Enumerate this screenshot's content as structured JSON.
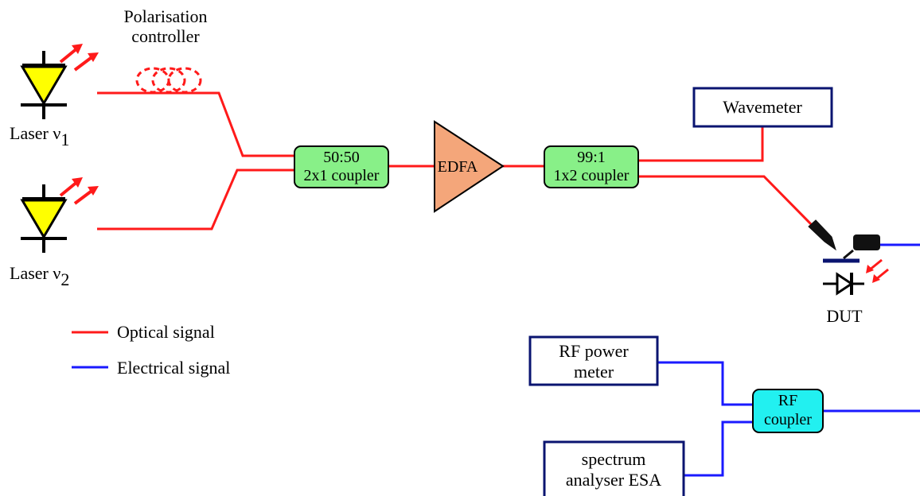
{
  "labels": {
    "polarisation_controller_line1": "Polarisation",
    "polarisation_controller_line2": "controller",
    "laser1": "Laser ν",
    "laser1_sub": "1",
    "laser2": "Laser ν",
    "laser2_sub": "2",
    "coupler_50_line1": "50:50",
    "coupler_50_line2": "2x1 coupler",
    "edfa": "EDFA",
    "coupler_99_line1": "99:1",
    "coupler_99_line2": "1x2 coupler",
    "wavemeter": "Wavemeter",
    "dut": "DUT",
    "rf_power_meter_line1": "RF power",
    "rf_power_meter_line2": "meter",
    "rf_coupler_line1": "RF",
    "rf_coupler_line2": "coupler",
    "esa_line1": "spectrum",
    "esa_line2": "analyser ESA"
  },
  "legend": {
    "optical": "Optical signal",
    "electrical": "Electrical signal"
  },
  "colors": {
    "optical": "#ff1a1a",
    "electrical": "#1a1aff",
    "laser_fill": "#ffff00",
    "coupler_fill": "#88f088",
    "edfa_fill": "#f4a67a",
    "rf_coupler_fill": "#22f0f0",
    "box_border": "#0a1470"
  }
}
